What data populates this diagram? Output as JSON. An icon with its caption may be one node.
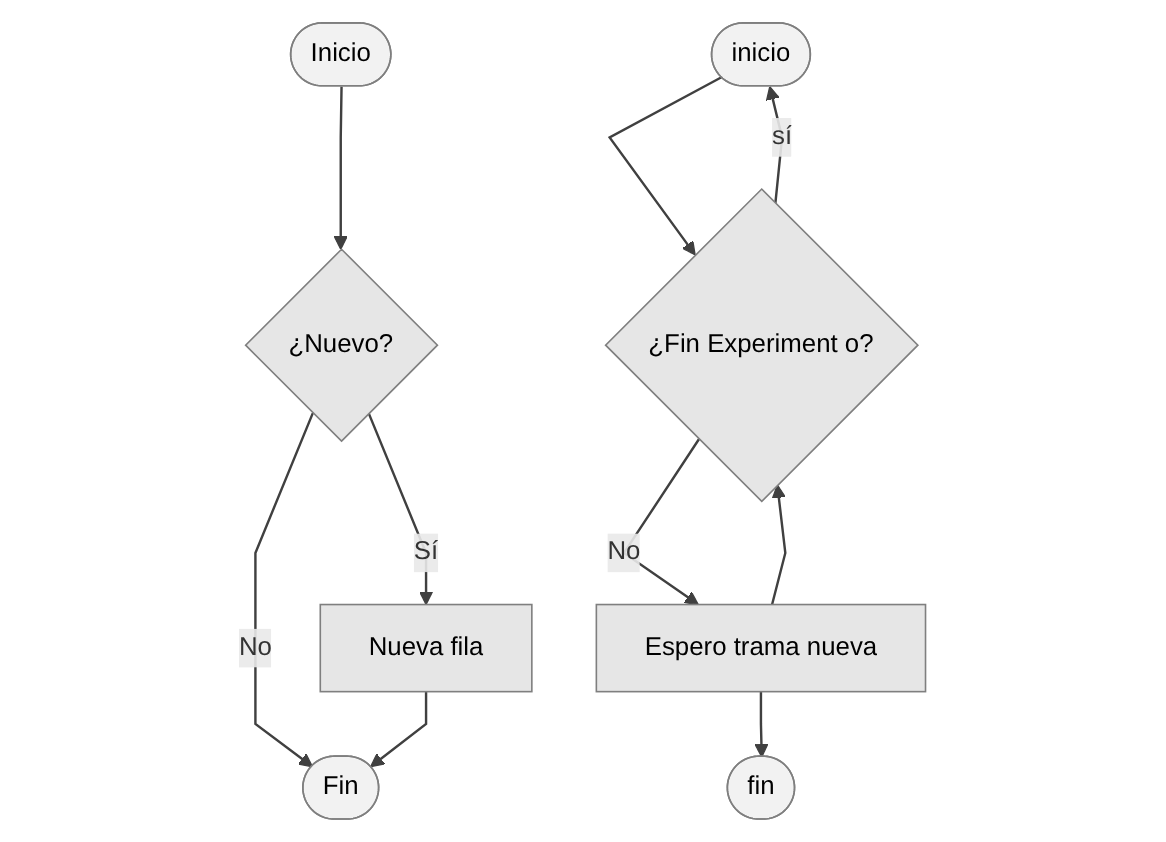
{
  "diagram": {
    "nodes": [
      {
        "text": [
          "Inicio"
        ]
      },
      {
        "text": [
          "¿Nuevo?"
        ]
      },
      {
        "text": [
          "Nueva fila"
        ]
      },
      {
        "text": [
          "Fin"
        ]
      },
      {
        "text": [
          "inicio"
        ]
      },
      {
        "text": [
          "¿Fin Experiment o?"
        ]
      },
      {
        "text": [
          "Espero trama nueva"
        ]
      },
      {
        "text": [
          "fin"
        ]
      }
    ],
    "edges": [
      {
        "from": 0,
        "to": 1,
        "arrow": "to"
      },
      {
        "from": 1,
        "to": 2,
        "arrow": "to",
        "label": "Sí"
      },
      {
        "from": 1,
        "to": 3,
        "arrow": "to",
        "label": "No"
      },
      {
        "from": 2,
        "to": 3,
        "arrow": "to"
      },
      {
        "from": 4,
        "to": 5,
        "arrow": "to"
      },
      {
        "from": 5,
        "to": 4,
        "arrow": "to",
        "label": "sí"
      },
      {
        "from": 5,
        "to": 6,
        "arrow": "to",
        "label": "No"
      },
      {
        "from": 6,
        "to": 5,
        "arrow": "to"
      },
      {
        "from": 6,
        "to": 7,
        "arrow": "to"
      }
    ]
  }
}
